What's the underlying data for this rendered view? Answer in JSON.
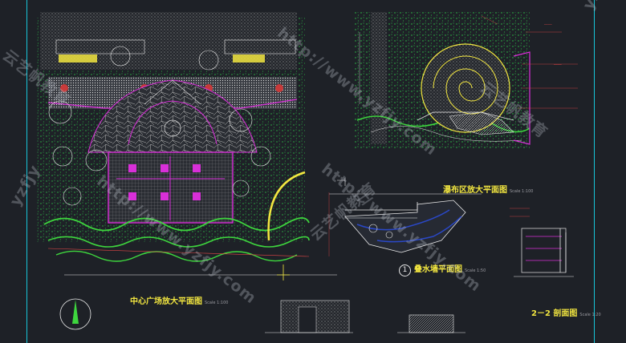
{
  "drawing_titles": {
    "central_plaza": {
      "label": "中心广场放大平面图",
      "scale": "Scale 1:100"
    },
    "waterfall": {
      "label": "瀑布区放大平面图",
      "scale": "Scale 1:100"
    },
    "water_wall": {
      "number": "1",
      "label": "叠水墙平面图",
      "scale": "Scale 1:50"
    },
    "section_2_2": {
      "label": "2－2 剖面图",
      "scale": "Scale 1:20"
    }
  },
  "watermarks": [
    "http://www.yzfjy.com",
    "云艺帆教育",
    "yzfjy"
  ],
  "colors": {
    "background": "#1e2127",
    "frame": "#18c4d8",
    "hatch": "#e8e8e8",
    "magenta": "#d82fd8",
    "green": "#3ed63e",
    "yellow": "#f2e640",
    "red": "#e84848"
  }
}
